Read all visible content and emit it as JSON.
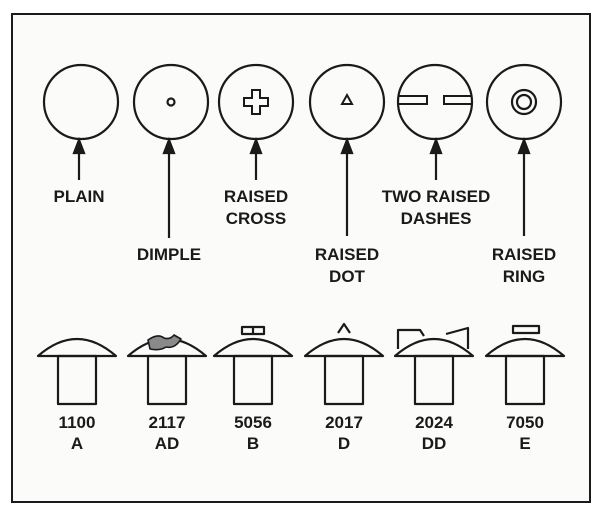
{
  "head_markings": [
    {
      "name": "plain",
      "label_lines": [
        "PLAIN"
      ]
    },
    {
      "name": "dimple",
      "label_lines": [
        "DIMPLE"
      ]
    },
    {
      "name": "raised-cross",
      "label_lines": [
        "RAISED",
        "CROSS"
      ]
    },
    {
      "name": "raised-dot",
      "label_lines": [
        "RAISED",
        "DOT"
      ]
    },
    {
      "name": "two-raised-dashes",
      "label_lines": [
        "TWO RAISED",
        "DASHES"
      ]
    },
    {
      "name": "raised-ring",
      "label_lines": [
        "RAISED",
        "RING"
      ]
    }
  ],
  "rivets": [
    {
      "alloy": "1100",
      "code": "A"
    },
    {
      "alloy": "2117",
      "code": "AD"
    },
    {
      "alloy": "5056",
      "code": "B"
    },
    {
      "alloy": "2017",
      "code": "D"
    },
    {
      "alloy": "2024",
      "code": "DD"
    },
    {
      "alloy": "7050",
      "code": "E"
    }
  ],
  "colors": {
    "ink": "#1a1a1a",
    "dimple_fill": "#8a8a8a"
  }
}
